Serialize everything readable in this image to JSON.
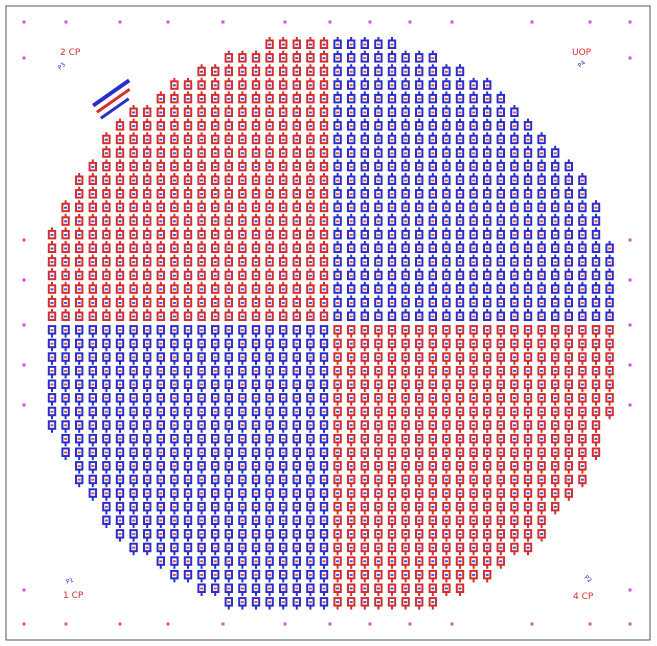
{
  "corners": {
    "top_left": "2 CP",
    "top_right": "UOP",
    "bottom_left": "1 CP",
    "bottom_right": "4 CP",
    "top_left_tag": "P3",
    "top_right_tag": "P4",
    "bottom_left_tag": "P1",
    "bottom_right_tag": "P2"
  },
  "colors": {
    "red": "#d32f2f",
    "blue": "#2a2fc9",
    "marker": "#d24fd6",
    "frame": "#555555"
  },
  "icon_names": {
    "edge_marker": "magenta-alignment-mark",
    "cell_red_upper": "red-device-cell",
    "cell_blue_upper": "blue-device-cell",
    "cell_blue_lower": "blue-device-cell",
    "cell_red_lower": "red-device-cell"
  }
}
